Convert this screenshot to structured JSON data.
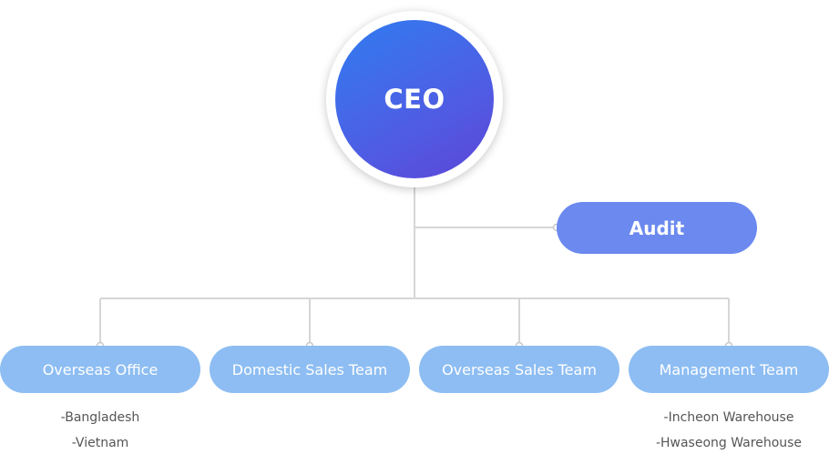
{
  "ceo": {
    "label": "CEO"
  },
  "audit": {
    "label": "Audit"
  },
  "teams": [
    {
      "label": "Overseas Office",
      "subitems": [
        "-Bangladesh",
        "-Vietnam"
      ]
    },
    {
      "label": "Domestic Sales Team",
      "subitems": []
    },
    {
      "label": "Overseas Sales Team",
      "subitems": []
    },
    {
      "label": "Management Team",
      "subitems": [
        "-Incheon Warehouse",
        "-Hwaseong Warehouse"
      ]
    }
  ],
  "colors": {
    "ceo_gradient_start": "#2f7cf0",
    "ceo_gradient_end": "#5e45d8",
    "audit_fill": "#6b89ef",
    "team_fill": "#8dbdf2",
    "connector_line": "#d6d6d6"
  }
}
